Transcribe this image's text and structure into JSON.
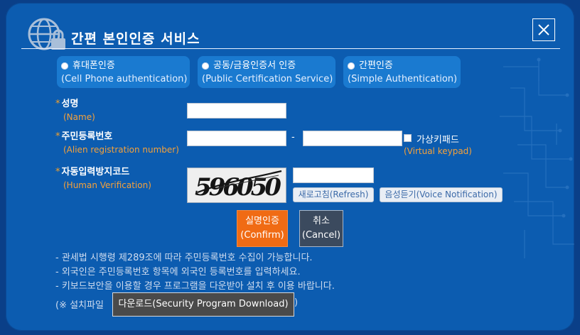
{
  "header": {
    "title": "간편 본인인증 서비스",
    "close_label": "X"
  },
  "auth_options": [
    {
      "label": "휴대폰인증",
      "sublabel": "(Cell Phone authentication)",
      "selected": false
    },
    {
      "label": "공동/금융인증서 인증",
      "sublabel": "(Public Certification Service)",
      "selected": false
    },
    {
      "label": "간편인증",
      "sublabel": "(Simple Authentication)",
      "selected": false
    }
  ],
  "form": {
    "name": {
      "label": "성명",
      "sublabel": "(Name)",
      "value": ""
    },
    "registration": {
      "label": "주민등록번호",
      "sublabel": "(Alien registration number)",
      "separator": "-",
      "value_front": "",
      "value_back": ""
    },
    "virtual_keypad": {
      "label": "가상키패드",
      "sublabel": "(Virtual keypad)",
      "checked": false
    },
    "captcha": {
      "label": "자동입력방지코드",
      "sublabel": "(Human Verification)",
      "code": "596050",
      "value": ""
    },
    "refresh_label": "새로고침(Refresh)",
    "voice_label": "음성듣기(Voice Notification)"
  },
  "actions": {
    "confirm": {
      "line1": "실명인증",
      "line2": "(Confirm)"
    },
    "cancel": {
      "line1": "취소",
      "line2": "(Cancel)"
    }
  },
  "notes": [
    "- 관세법 시행령 제289조에 따라 주민등록번호 수집이 가능합니다.",
    "- 외국인은 주민등록번호 항목에 외국인 등록번호를 입력하세요.",
    "- 키보드보안을 이용할 경우 프로그램을 다운받아 설치 후 이용 바랍니다."
  ],
  "download": {
    "prefix": "(※ 설치파일",
    "button": "다운로드(Security Program Download)",
    "suffix": ")"
  },
  "colors": {
    "background": "#0a3f88",
    "panel": "#0c5cb0",
    "option": "#1a7ad0",
    "accent": "#f06b14",
    "sublabel": "#f5a13a"
  }
}
